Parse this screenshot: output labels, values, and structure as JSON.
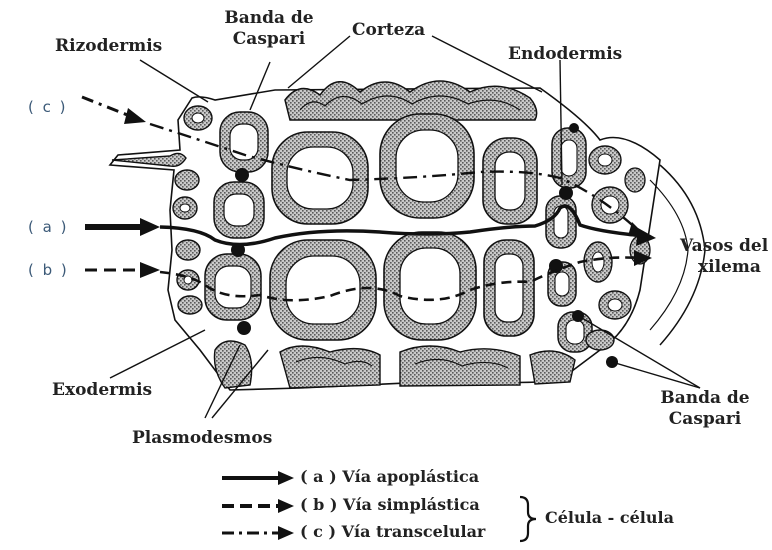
{
  "labels": {
    "rizodermis": "Rizodermis",
    "banda_top_1": "Banda de",
    "banda_top_2": "Caspari",
    "corteza": "Corteza",
    "endodermis": "Endodermis",
    "vasos_1": "Vasos del",
    "vasos_2": "xilema",
    "exodermis": "Exodermis",
    "plasmodesmos": "Plasmodesmos",
    "banda_bottom_1": "Banda de",
    "banda_bottom_2": "Caspari"
  },
  "pathways": {
    "a": "( a )",
    "b": "( b )",
    "c": "( c )"
  },
  "legend": {
    "apoplastica": "( a ) Vía apoplástica",
    "simplastica": "( b ) Vía simplástica",
    "transcelular": "( c  ) Vía transcelular",
    "celula": "Célula - célula"
  },
  "colors": {
    "ink": "#111111",
    "path_label": "#3c5a78"
  }
}
